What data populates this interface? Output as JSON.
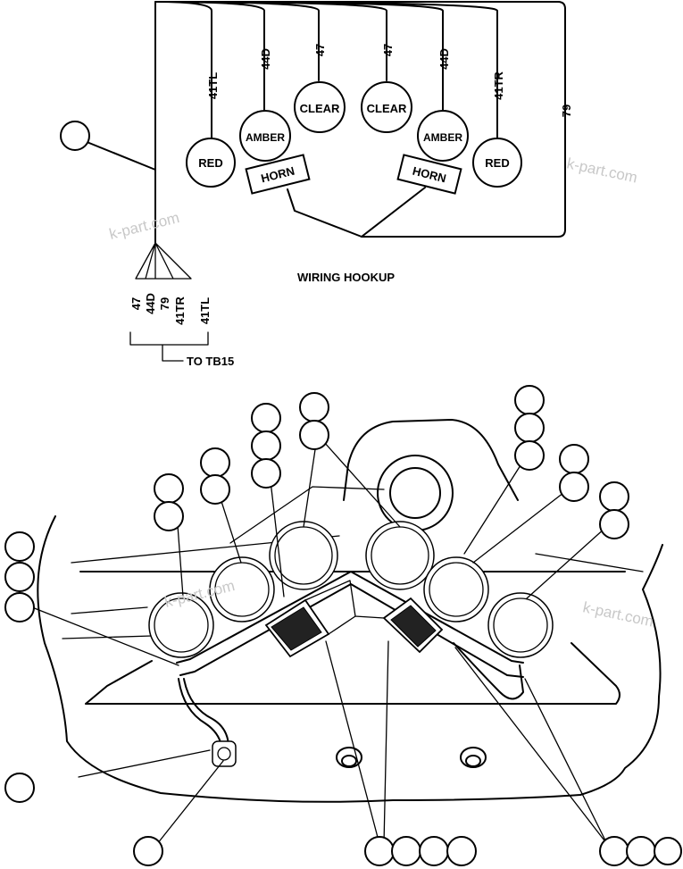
{
  "diagram": {
    "title": "WIRING HOOKUP",
    "destination": "TO TB15",
    "top_wires": [
      "41TL",
      "44D",
      "47",
      "47",
      "44D",
      "41TR"
    ],
    "return_wire": "79",
    "lamps": [
      "RED",
      "AMBER",
      "CLEAR",
      "CLEAR",
      "AMBER",
      "RED"
    ],
    "horns": [
      "HORN",
      "HORN"
    ],
    "bundle_wires": [
      "47",
      "44D",
      "79",
      "41TR",
      "41TL"
    ],
    "watermark": "k-part.com"
  }
}
